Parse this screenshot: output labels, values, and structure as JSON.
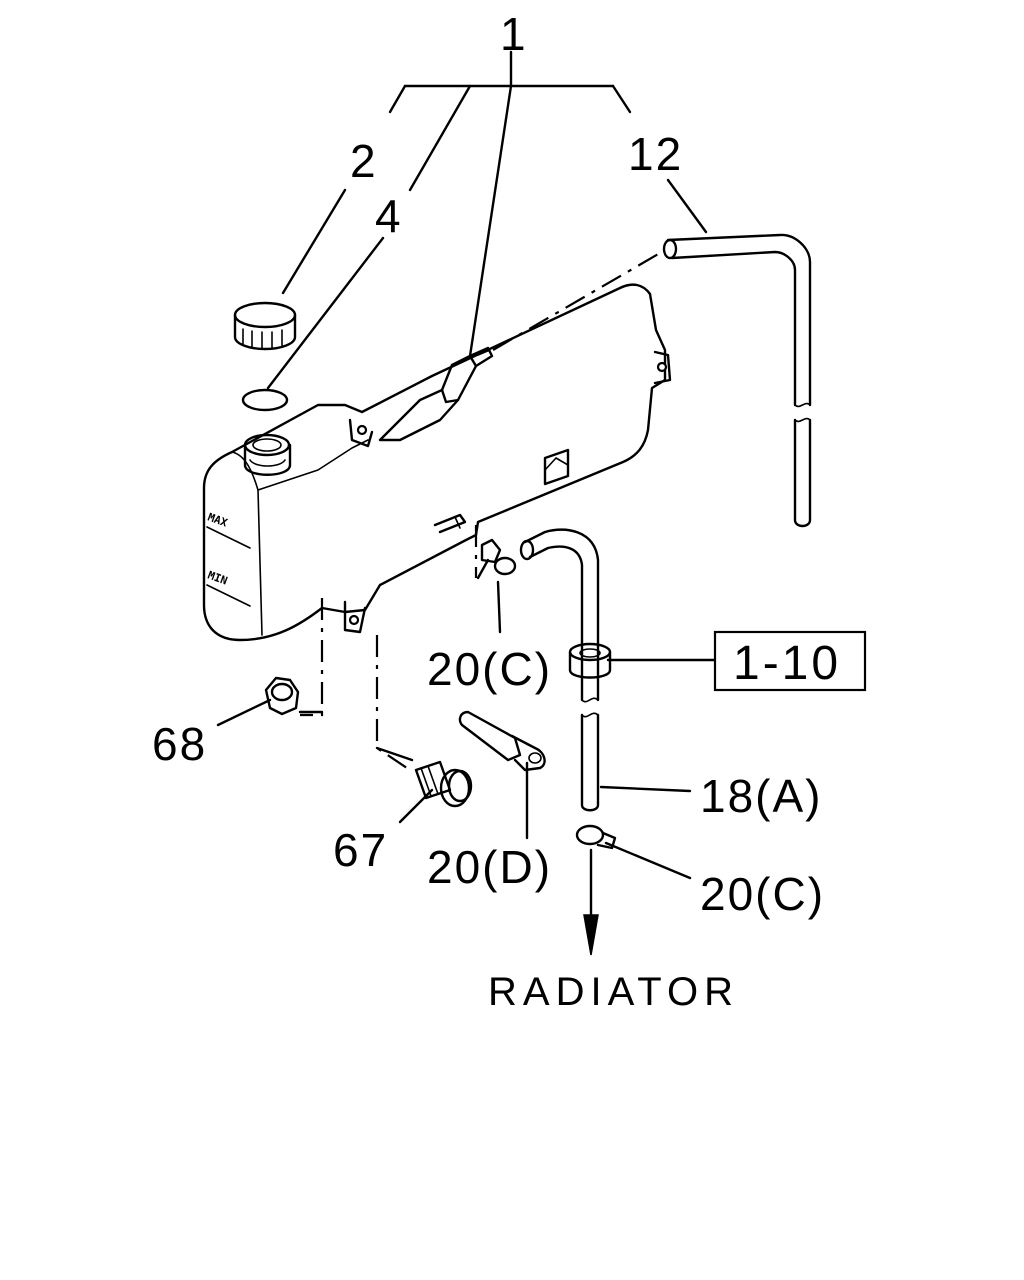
{
  "callouts": {
    "c1": "1",
    "c2": "2",
    "c4": "4",
    "c12": "12",
    "c68": "68",
    "c67": "67",
    "c20c_top": "20(C)",
    "c20d": "20(D)",
    "c18a": "18(A)",
    "c20c_bottom": "20(C)",
    "ref_box": "1-10"
  },
  "tank_marks": {
    "max": "MAX",
    "min": "MIN"
  },
  "destination": "RADIATOR"
}
